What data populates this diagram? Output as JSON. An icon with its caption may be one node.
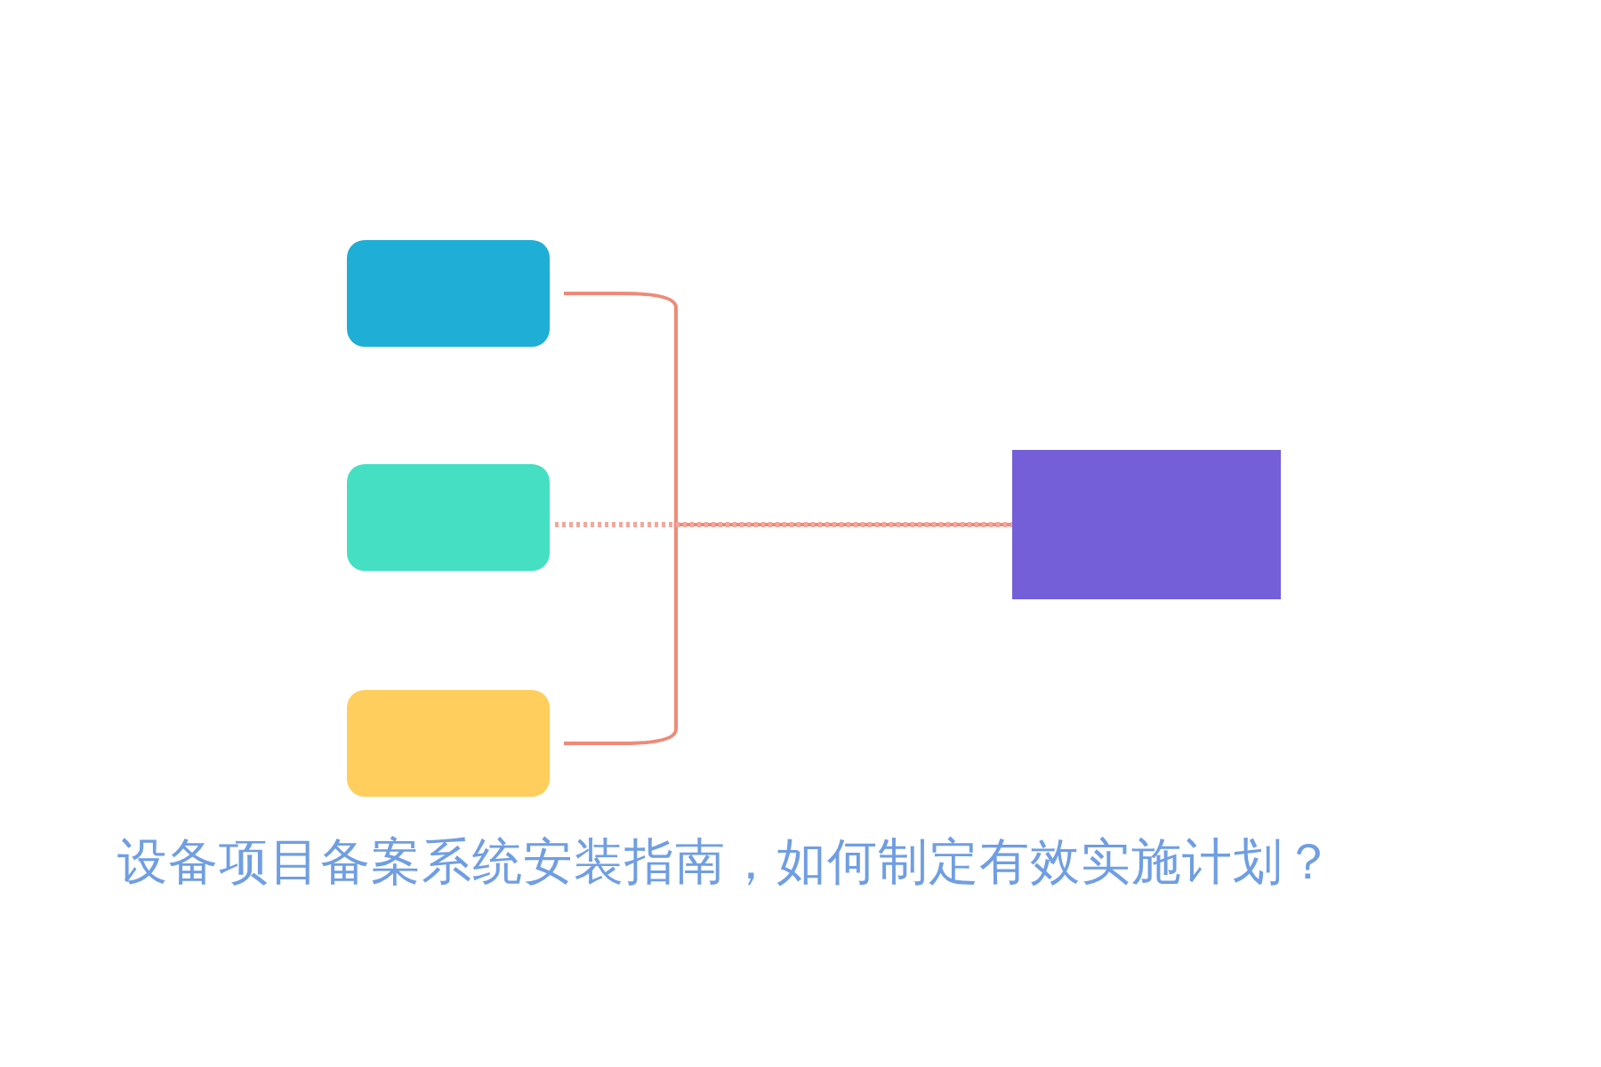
{
  "diagram": {
    "title": "设备项目备案系统安装指南，如何制定有效实施计划？",
    "nodes": [
      {
        "text": [],
        "shape": "box"
      },
      {
        "text": [],
        "shape": "box"
      },
      {
        "text": [],
        "shape": "box"
      },
      {
        "text": [],
        "shape": "box"
      }
    ],
    "edges": [
      {
        "from": 0,
        "to": 3,
        "arrow": "none"
      },
      {
        "from": 1,
        "to": 3,
        "arrow": "none",
        "style": "dashed"
      },
      {
        "from": 2,
        "to": 3,
        "arrow": "none"
      }
    ]
  }
}
